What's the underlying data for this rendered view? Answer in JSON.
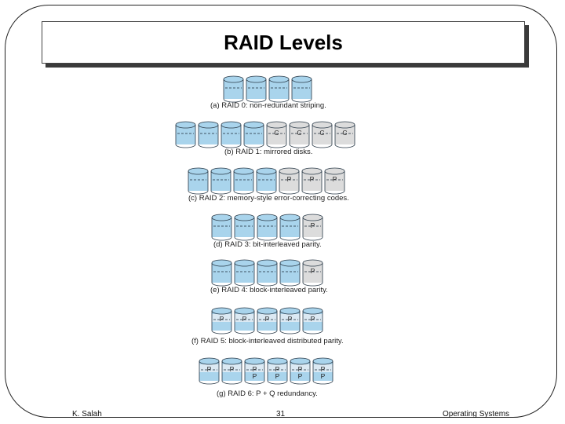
{
  "title": "RAID Levels",
  "rows": [
    {
      "caption": "(a) RAID 0: non-redundant striping.",
      "disks": [
        {
          "type": "data"
        },
        {
          "type": "data"
        },
        {
          "type": "data"
        },
        {
          "type": "data"
        }
      ]
    },
    {
      "caption": "(b) RAID 1: mirrored disks.",
      "disks": [
        {
          "type": "data"
        },
        {
          "type": "data"
        },
        {
          "type": "data"
        },
        {
          "type": "data"
        },
        {
          "type": "redundant",
          "mark": "C"
        },
        {
          "type": "redundant",
          "mark": "C"
        },
        {
          "type": "redundant",
          "mark": "C"
        },
        {
          "type": "redundant",
          "mark": "C"
        }
      ]
    },
    {
      "caption": "(c) RAID 2: memory-style error-correcting codes.",
      "disks": [
        {
          "type": "data"
        },
        {
          "type": "data"
        },
        {
          "type": "data"
        },
        {
          "type": "data"
        },
        {
          "type": "redundant",
          "mark": "P"
        },
        {
          "type": "redundant",
          "mark": "P"
        },
        {
          "type": "redundant",
          "mark": "P"
        }
      ]
    },
    {
      "caption": "(d) RAID 3: bit-interleaved parity.",
      "disks": [
        {
          "type": "data"
        },
        {
          "type": "data"
        },
        {
          "type": "data"
        },
        {
          "type": "data"
        },
        {
          "type": "redundant",
          "mark": "P"
        }
      ]
    },
    {
      "caption": "(e) RAID 4: block-interleaved parity.",
      "disks": [
        {
          "type": "data"
        },
        {
          "type": "data"
        },
        {
          "type": "data"
        },
        {
          "type": "data"
        },
        {
          "type": "redundant",
          "mark": "P"
        }
      ]
    },
    {
      "caption": "(f) RAID 5: block-interleaved distributed parity.",
      "disks": [
        {
          "type": "distributed",
          "mark": "P"
        },
        {
          "type": "distributed",
          "mark": "P"
        },
        {
          "type": "distributed",
          "mark": "P"
        },
        {
          "type": "distributed",
          "mark": "P"
        },
        {
          "type": "distributed",
          "mark": "P"
        }
      ]
    },
    {
      "caption": "(g) RAID 6: P + Q redundancy.",
      "disks": [
        {
          "type": "distributed",
          "mark": "P"
        },
        {
          "type": "distributed",
          "mark": "P"
        },
        {
          "type": "distributed",
          "mark": "P",
          "mark2": "P"
        },
        {
          "type": "distributed",
          "mark": "P",
          "mark2": "P"
        },
        {
          "type": "distributed",
          "mark": "P",
          "mark2": "P"
        },
        {
          "type": "distributed",
          "mark": "P",
          "mark2": "P"
        }
      ]
    }
  ],
  "footer": {
    "author": "K. Salah",
    "page": "31",
    "course": "Operating Systems"
  },
  "colors": {
    "data_disk": "#a9d4ec",
    "redundant_disk": "#dcdcdc",
    "disk_outline": "#2a3a48"
  }
}
